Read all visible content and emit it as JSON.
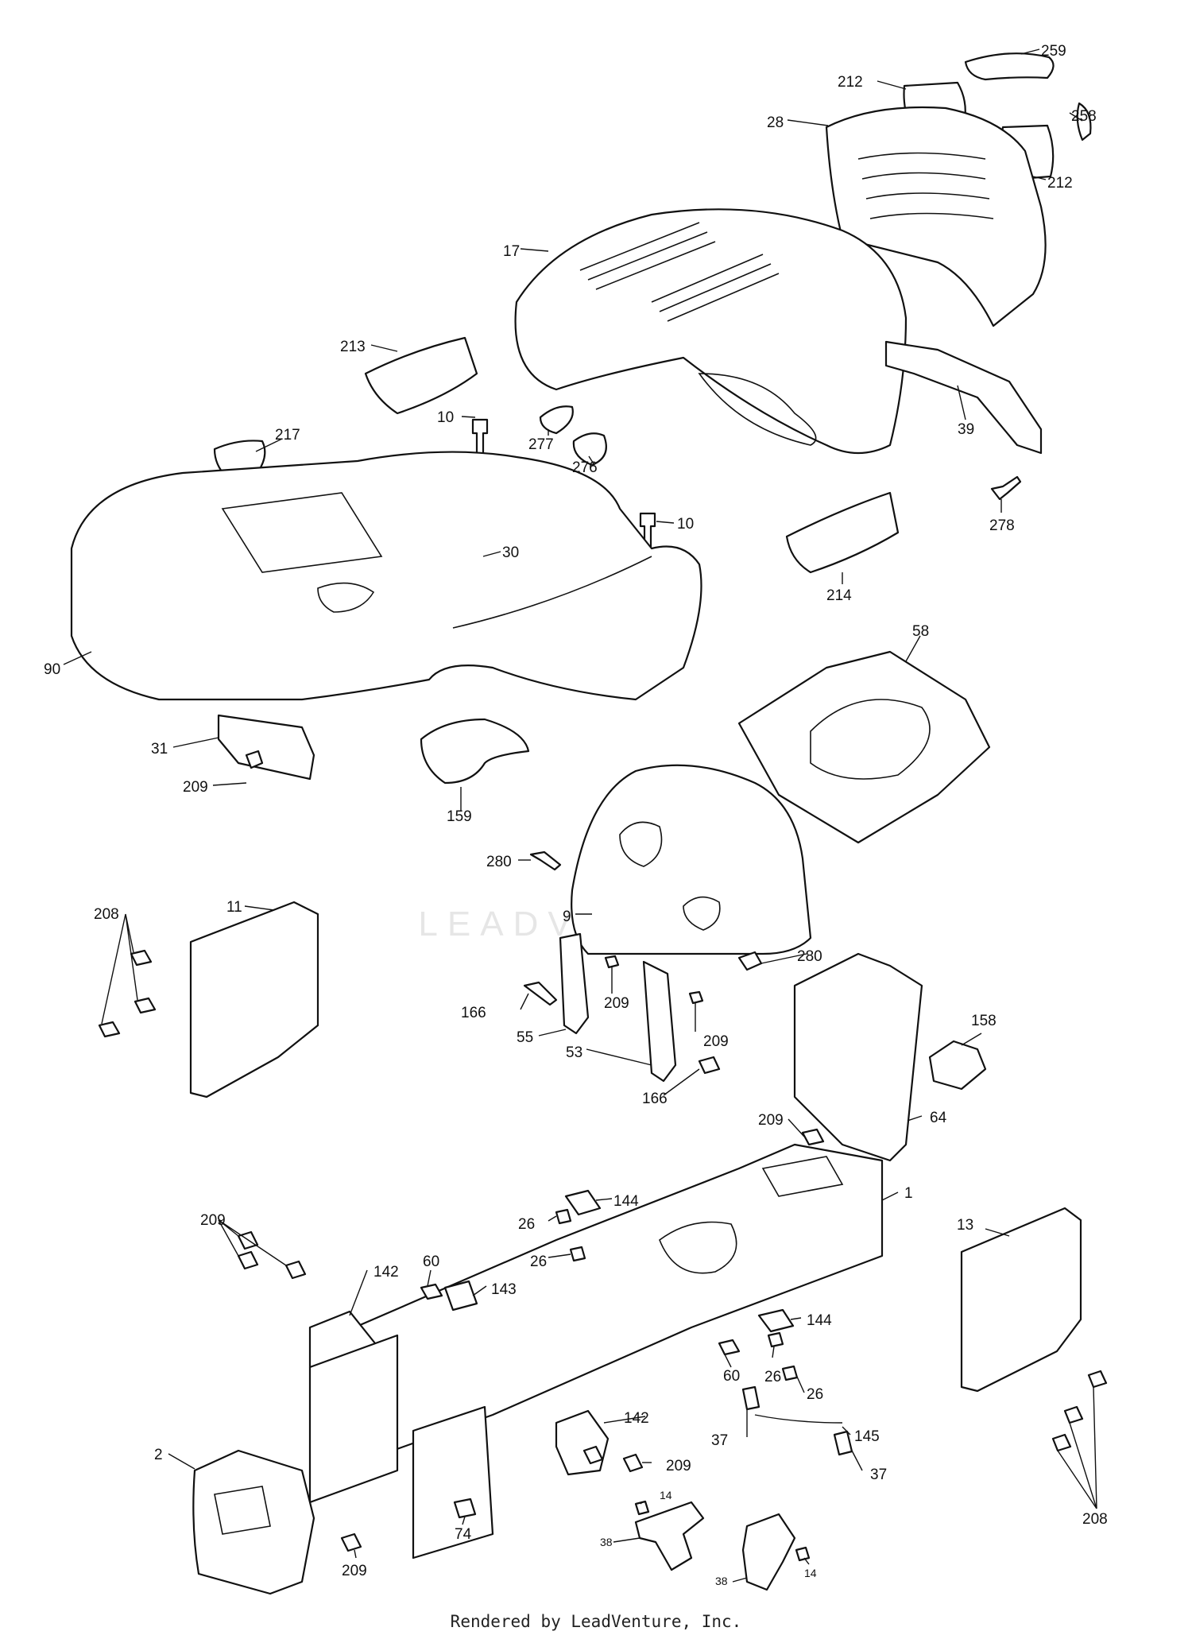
{
  "footer": {
    "text": "Rendered by LeadVenture, Inc."
  },
  "watermark": {
    "text": "LEADVENTURE"
  },
  "callouts": [
    {
      "id": "259",
      "label": "259"
    },
    {
      "id": "212a",
      "label": "212"
    },
    {
      "id": "258",
      "label": "258"
    },
    {
      "id": "28",
      "label": "28"
    },
    {
      "id": "212b",
      "label": "212"
    },
    {
      "id": "17",
      "label": "17"
    },
    {
      "id": "213",
      "label": "213"
    },
    {
      "id": "39",
      "label": "39"
    },
    {
      "id": "10a",
      "label": "10"
    },
    {
      "id": "217",
      "label": "217"
    },
    {
      "id": "277",
      "label": "277"
    },
    {
      "id": "276",
      "label": "276"
    },
    {
      "id": "278",
      "label": "278"
    },
    {
      "id": "10b",
      "label": "10"
    },
    {
      "id": "30",
      "label": "30"
    },
    {
      "id": "214",
      "label": "214"
    },
    {
      "id": "58",
      "label": "58"
    },
    {
      "id": "90",
      "label": "90"
    },
    {
      "id": "31",
      "label": "31"
    },
    {
      "id": "209a",
      "label": "209"
    },
    {
      "id": "159",
      "label": "159"
    },
    {
      "id": "280a",
      "label": "280"
    },
    {
      "id": "9",
      "label": "9"
    },
    {
      "id": "208a",
      "label": "208"
    },
    {
      "id": "11",
      "label": "11"
    },
    {
      "id": "280b",
      "label": "280"
    },
    {
      "id": "209b",
      "label": "209"
    },
    {
      "id": "166a",
      "label": "166"
    },
    {
      "id": "55",
      "label": "55"
    },
    {
      "id": "209c",
      "label": "209"
    },
    {
      "id": "53",
      "label": "53"
    },
    {
      "id": "158",
      "label": "158"
    },
    {
      "id": "166b",
      "label": "166"
    },
    {
      "id": "209d",
      "label": "209"
    },
    {
      "id": "64",
      "label": "64"
    },
    {
      "id": "1",
      "label": "1"
    },
    {
      "id": "144a",
      "label": "144"
    },
    {
      "id": "209e",
      "label": "209"
    },
    {
      "id": "26a",
      "label": "26"
    },
    {
      "id": "13",
      "label": "13"
    },
    {
      "id": "26b",
      "label": "26"
    },
    {
      "id": "60a",
      "label": "60"
    },
    {
      "id": "142a",
      "label": "142"
    },
    {
      "id": "143",
      "label": "143"
    },
    {
      "id": "144b",
      "label": "144"
    },
    {
      "id": "60b",
      "label": "60"
    },
    {
      "id": "26c",
      "label": "26"
    },
    {
      "id": "26d",
      "label": "26"
    },
    {
      "id": "142b",
      "label": "142"
    },
    {
      "id": "37a",
      "label": "37"
    },
    {
      "id": "145",
      "label": "145"
    },
    {
      "id": "209f",
      "label": "209"
    },
    {
      "id": "2",
      "label": "2"
    },
    {
      "id": "37b",
      "label": "37"
    },
    {
      "id": "208b",
      "label": "208"
    },
    {
      "id": "74",
      "label": "74"
    },
    {
      "id": "14a",
      "label": "14"
    },
    {
      "id": "38a",
      "label": "38"
    },
    {
      "id": "209g",
      "label": "209"
    },
    {
      "id": "38b",
      "label": "38"
    },
    {
      "id": "14b",
      "label": "14"
    }
  ]
}
